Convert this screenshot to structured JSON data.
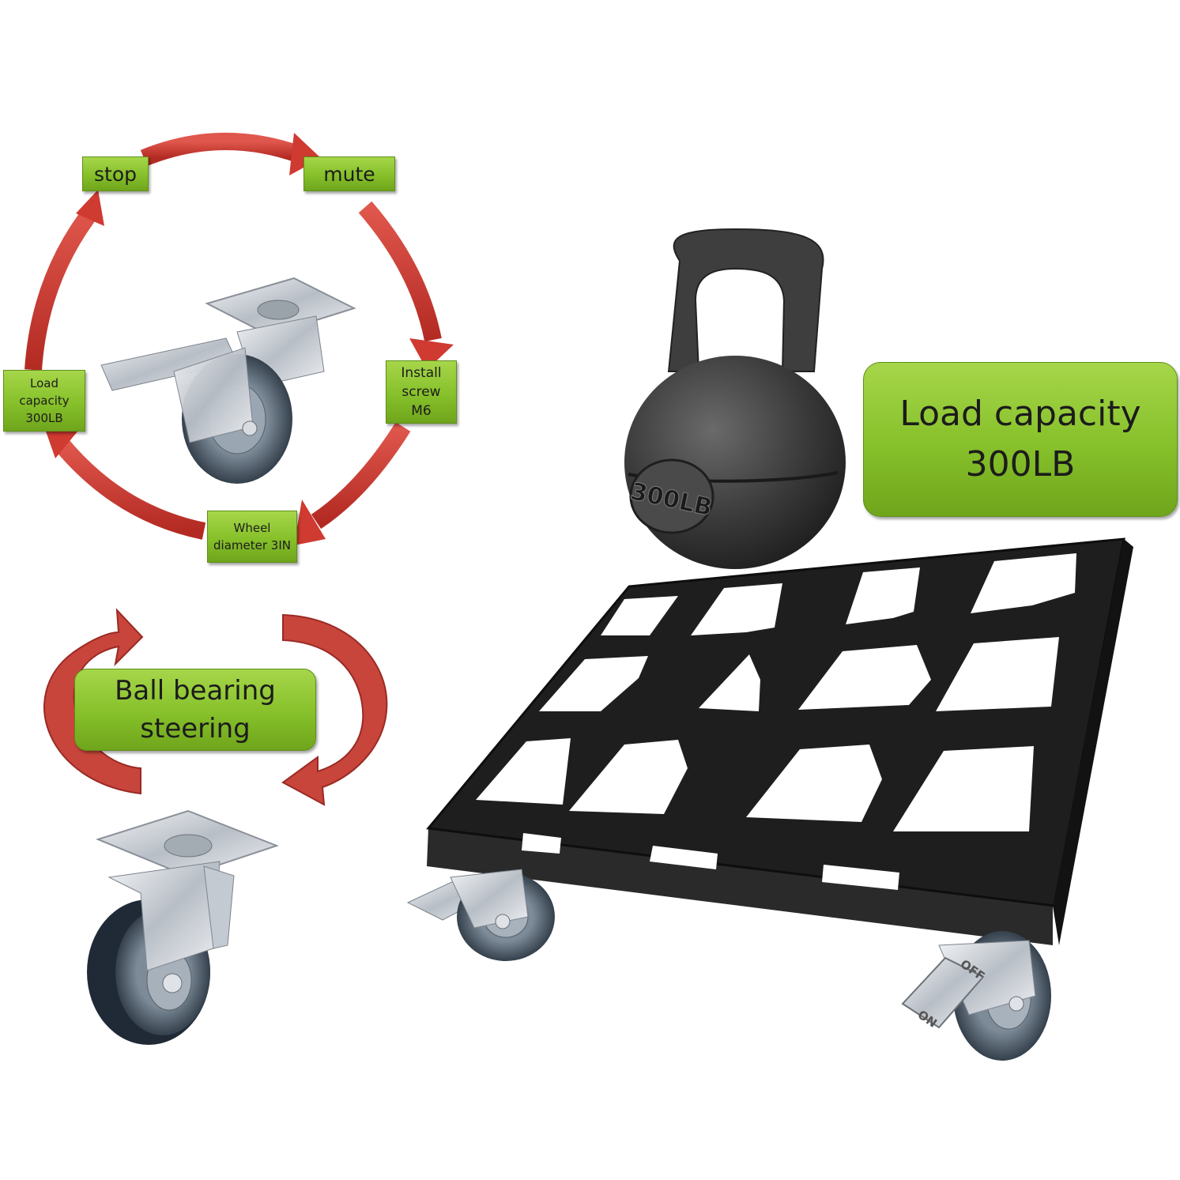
{
  "cycle_labels": {
    "stop": "stop",
    "mute": "mute",
    "install": [
      "Install",
      "screw",
      "M6"
    ],
    "wheel": [
      "Wheel",
      "diameter 3IN"
    ],
    "load": [
      "Load",
      "capacity",
      "300LB"
    ]
  },
  "steering_label": [
    "Ball bearing",
    "steering"
  ],
  "capacity_label": [
    "Load capacity",
    "300LB"
  ],
  "kettlebell_text": "300LB",
  "brake_text": {
    "off": "OFF",
    "on": "ON"
  },
  "colors": {
    "arrow_red": "#d23a32",
    "label_green": "#86c02a",
    "cart_black": "#1e1e1e",
    "kettlebell": "#3a3a3a",
    "wheel_gray": "#4a5866"
  }
}
